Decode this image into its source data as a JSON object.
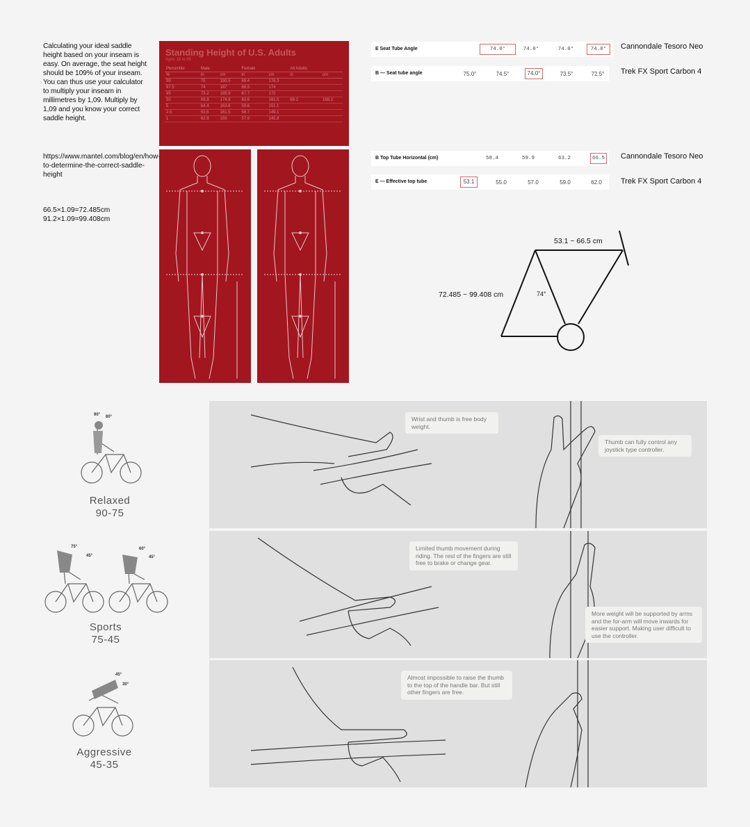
{
  "intro": {
    "text": "Calculating your ideal saddle height based on your inseam is easy. On average, the seat height should be 109% of your inseam. You can thus use your calculator to multiply your inseam in millimetres by 1,09. Multiply by 1,09 and you know your correct saddle height.",
    "link": "https://www.mantel.com/blog/en/how-to-determine-the-correct-saddle-height",
    "calc_line1": "66.5×1.09=72.485cm",
    "calc_line2": "91.2×1.09=99.408cm"
  },
  "red_chart": {
    "title": "Standing Height of U.S. Adults",
    "subtitle": "Ages 18 to 65",
    "headers": [
      "Percentile",
      "Male",
      "",
      "Female",
      "",
      "All Adults",
      ""
    ],
    "subheaders": [
      "%",
      "in",
      "cm",
      "in",
      "cm",
      "in",
      "cm"
    ],
    "rows": [
      [
        "99",
        "75",
        "190.5",
        "69.4",
        "176.3",
        "",
        ""
      ],
      [
        "97.5",
        "74",
        "187",
        "68.5",
        "174",
        "",
        ""
      ],
      [
        "95",
        "73.2",
        "185.9",
        "67.7",
        "172",
        "",
        ""
      ],
      [
        "50",
        "68.8",
        "174.8",
        "63.6",
        "161.5",
        "66.2",
        "168.1"
      ],
      [
        "5",
        "64.4",
        "163.6",
        "59.6",
        "151.1",
        "",
        ""
      ],
      [
        "2.5",
        "63.6",
        "161.5",
        "58.7",
        "149.1",
        "",
        ""
      ],
      [
        "1",
        "62.9",
        "159",
        "57.9",
        "145.8",
        "",
        ""
      ]
    ]
  },
  "specs_seat": {
    "row1": {
      "label": "E   Seat Tube Angle",
      "values": [
        "74.0°",
        "74.0°",
        "74.0°",
        "74.0°"
      ],
      "bike": "Cannondale Tesoro Neo"
    },
    "row2": {
      "label": "B — Seat tube angle",
      "values": [
        "75.0°",
        "74.5°",
        "74.0°",
        "73.5°",
        "72.5°"
      ],
      "bike": "Trek FX Sport Carbon 4"
    }
  },
  "specs_top": {
    "row1": {
      "label": "B   Top Tube Horizontal (cm)",
      "values": [
        "58.4",
        "59.9",
        "63.2",
        "66.5"
      ],
      "bike": "Cannondale Tesoro Neo"
    },
    "row2": {
      "label": "E — Effective top tube",
      "values": [
        "53.1",
        "55.0",
        "57.0",
        "59.0",
        "62.0"
      ],
      "bike": "Trek FX Sport Carbon 4"
    }
  },
  "diagram": {
    "top_label": "53.1 ~ 66.5 cm",
    "left_label": "72.485 ~ 99.408 cm",
    "angle_label": "74°"
  },
  "postures": [
    {
      "name": "Relaxed",
      "range": "90-75",
      "angles": [
        "90°",
        "80°"
      ],
      "note_left": "Wrist and thumb is free body weight.",
      "note_right": "Thumb can fully control any joystick type controller."
    },
    {
      "name": "Sports",
      "range": "75-45",
      "angles": [
        "75°",
        "45°",
        "60°",
        "45°"
      ],
      "note_left": "Limited thumb movement during riding. The rest of the fingers are still free to brake or change gear.",
      "note_right": "More weight will be supported by arms and the for-arm will move inwards for easier support. Making user difficult to use the controller."
    },
    {
      "name": "Aggressive",
      "range": "45-35",
      "angles": [
        "45°",
        "30°"
      ],
      "note_left": "Almost impossible to raise the thumb to the top of the handle bar. But still other fingers are free."
    }
  ],
  "colors": {
    "chart_red": "#a2161f",
    "highlight_box": "#d4666d",
    "panel_gray": "#dfe0df"
  }
}
